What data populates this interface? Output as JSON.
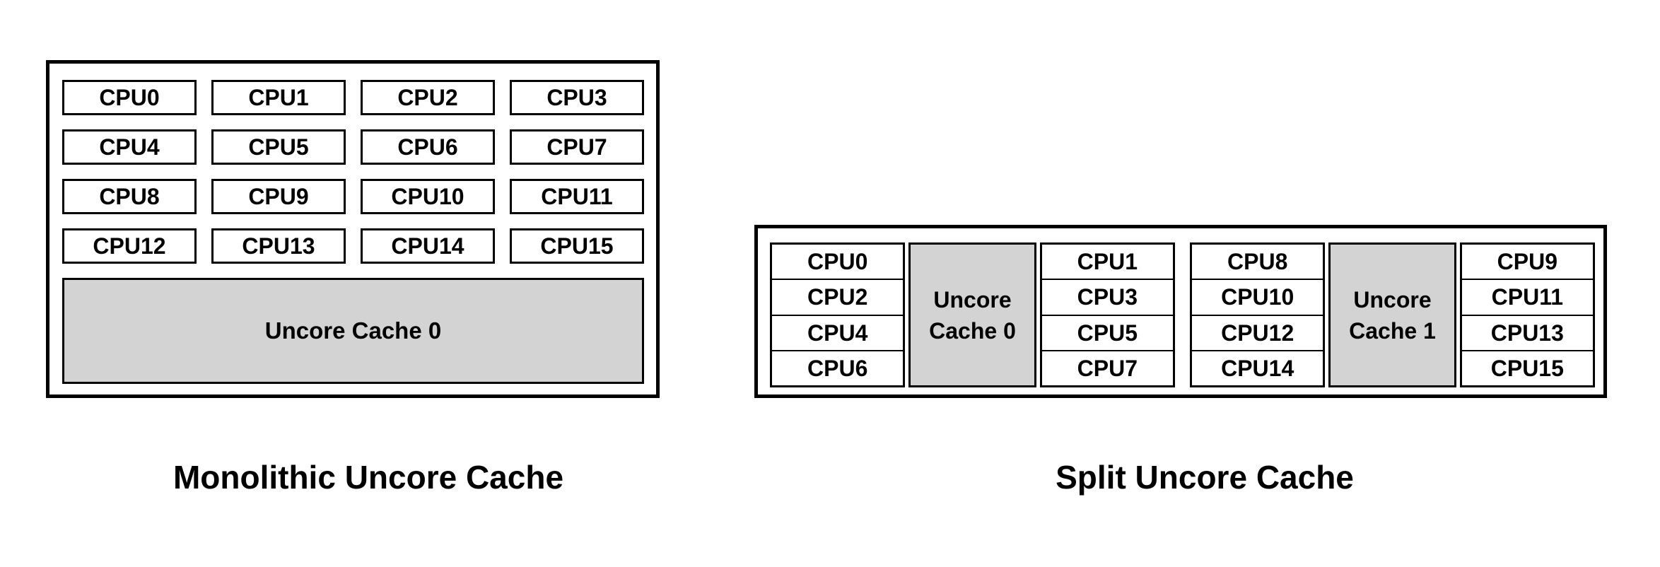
{
  "diagrams": {
    "monolithic": {
      "caption": "Monolithic Uncore Cache",
      "cache_label": "Uncore Cache 0",
      "cpus": [
        "CPU0",
        "CPU1",
        "CPU2",
        "CPU3",
        "CPU4",
        "CPU5",
        "CPU6",
        "CPU7",
        "CPU8",
        "CPU9",
        "CPU10",
        "CPU11",
        "CPU12",
        "CPU13",
        "CPU14",
        "CPU15"
      ]
    },
    "split": {
      "caption": "Split Uncore Cache",
      "clusters": [
        {
          "left_cpus": [
            "CPU0",
            "CPU2",
            "CPU4",
            "CPU6"
          ],
          "cache_label": "Uncore Cache 0",
          "right_cpus": [
            "CPU1",
            "CPU3",
            "CPU5",
            "CPU7"
          ]
        },
        {
          "left_cpus": [
            "CPU8",
            "CPU10",
            "CPU12",
            "CPU14"
          ],
          "cache_label": "Uncore Cache 1",
          "right_cpus": [
            "CPU9",
            "CPU11",
            "CPU13",
            "CPU15"
          ]
        }
      ]
    }
  },
  "colors": {
    "background": "#ffffff",
    "border": "#000000",
    "cache_fill": "#d3d3d3",
    "text": "#000000"
  }
}
